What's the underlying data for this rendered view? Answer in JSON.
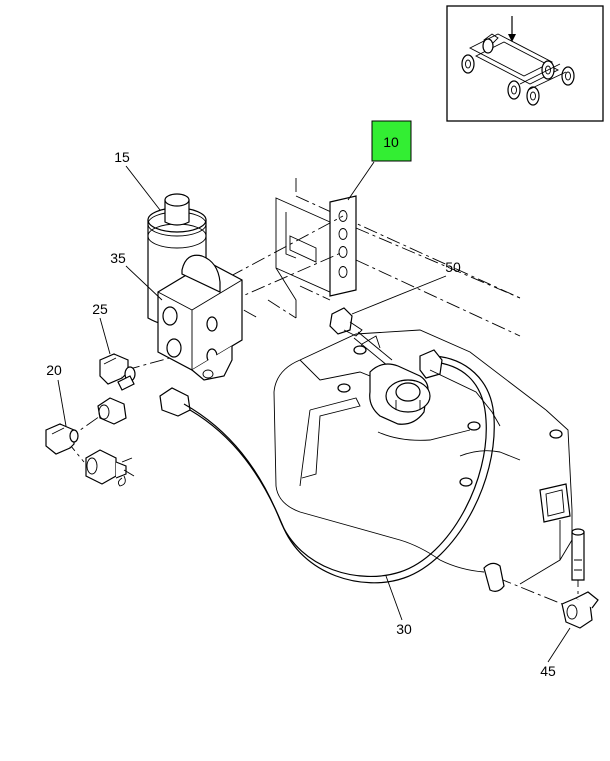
{
  "diagram": {
    "callouts": {
      "c10": "10",
      "c15": "15",
      "c20": "20",
      "c25": "25",
      "c30": "30",
      "c35": "35",
      "c45": "45",
      "c50": "50"
    },
    "highlight_color": "#33ee33"
  }
}
